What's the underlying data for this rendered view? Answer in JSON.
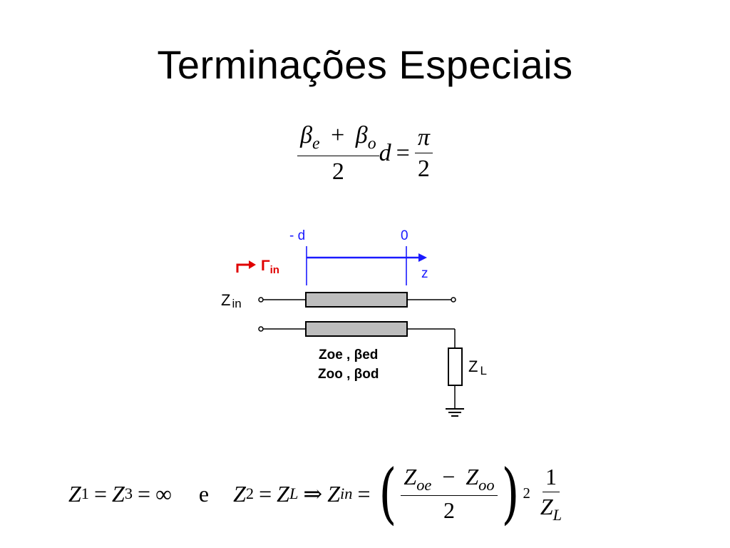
{
  "title": "Terminações Especiais",
  "equation_top": {
    "beta": "β",
    "sub_e": "e",
    "plus": "+",
    "sub_o": "o",
    "den": "2",
    "d": "d",
    "equals": "=",
    "pi": "π",
    "den2": "2"
  },
  "diagram": {
    "axis_minus_d": "- d",
    "axis_zero": "0",
    "axis_z": "z",
    "gamma": "Γ",
    "gamma_sub": "in",
    "zin": "Z",
    "zin_sub": "in",
    "line_label_1": "Zoe , βed",
    "line_label_2": "Zoo , βod",
    "zl": "Z",
    "zl_sub": "L",
    "colors": {
      "axis": "#1a1aff",
      "gamma": "#e00000",
      "line_fill": "#bdbdbd",
      "wire": "#000000"
    }
  },
  "equation_bottom": {
    "z": "Z",
    "sub1": "1",
    "sub3": "3",
    "sub2": "2",
    "subL": "L",
    "subin": "in",
    "subout_oe": "oe",
    "subout_oo": "oo",
    "equals": "=",
    "infinity": "∞",
    "and_word": "e",
    "implies": "⇒",
    "minus": "−",
    "lparen": "(",
    "rparen": ")",
    "exp": "2",
    "two": "2",
    "one": "1"
  }
}
